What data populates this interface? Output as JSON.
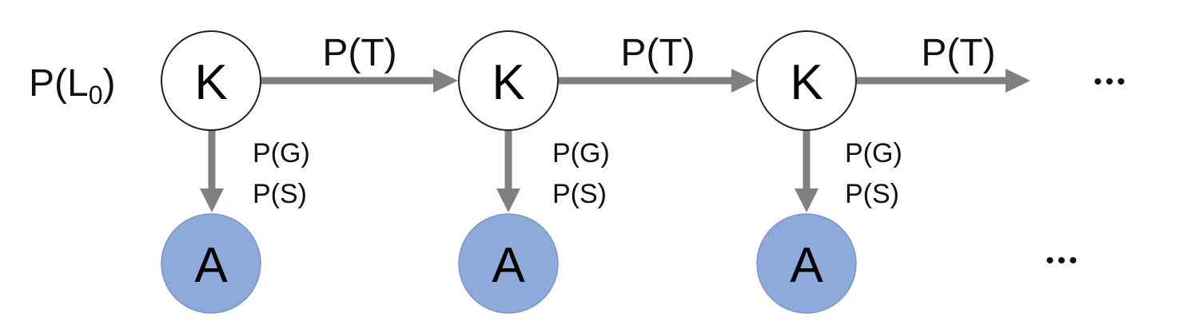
{
  "initial_label_base": "P(L",
  "initial_label_sub": "0",
  "initial_label_close": ")",
  "transition_label": "P(T)",
  "emission_labels": [
    "P(G)",
    "P(S)"
  ],
  "knowledge_node_label": "K",
  "observation_node_label": "A",
  "ellipsis": "•••",
  "colors": {
    "edge": "#808080",
    "knowledge_fill": "#ffffff",
    "knowledge_stroke": "#222222",
    "observation_fill": "#8eaadb",
    "observation_stroke": "#7a96c8"
  }
}
